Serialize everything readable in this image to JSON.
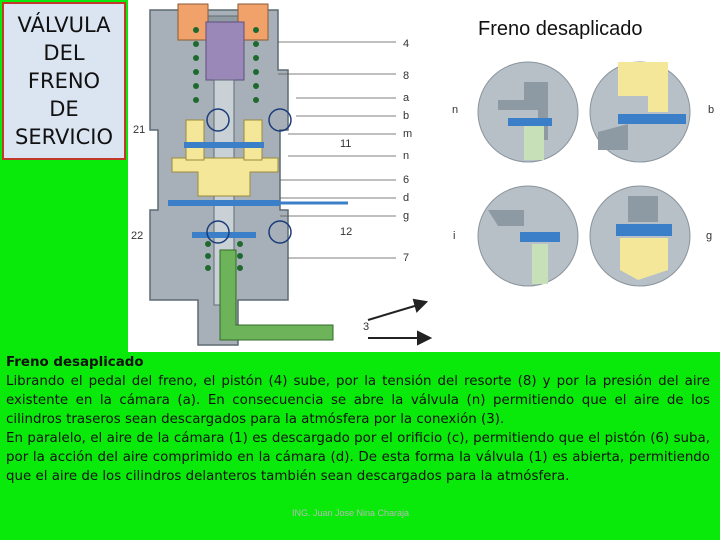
{
  "slide": {
    "title_lines": [
      "VÁLVULA",
      "DEL",
      "FRENO",
      "DE",
      "SERVICIO"
    ],
    "panel_heading": "Freno desaplicado",
    "watermark": "ING. Juan Jose Nina Charaja"
  },
  "diagram": {
    "left_labels": [
      "21",
      "22"
    ],
    "right_labels": [
      "4",
      "8",
      "a",
      "b",
      "m",
      "n",
      "6",
      "d",
      "g",
      "7"
    ],
    "inner_labels": [
      "11",
      "12",
      "3"
    ],
    "detail_labels": [
      "n",
      "b",
      "i",
      "g"
    ],
    "colors": {
      "housing": "#a7b0b8",
      "inlet_orange": "#f0a26a",
      "spring_purple": "#9a89b8",
      "piston_yellow": "#f4e79a",
      "valve_blue": "#3a7fc8",
      "exhaust_green": "#6cb35a",
      "spring_green": "#1e6a2e",
      "background_green": "#0aea0a"
    }
  },
  "body": {
    "subtitle": "Freno desaplicado",
    "paragraph1": "Librando el pedal del freno, el pistón (4) sube, por la tensión del resorte (8) y por la presión del aire existente en la cámara (a). En consecuencia se abre la válvula (n) permitiendo que el aire de los cilindros traseros sean descargados para la atmósfera por la conexión (3).",
    "paragraph2": "En paralelo, el aire de la cámara (1) es descargado por el orificio (c), permitiendo que el pistón (6) suba, por la acción del aire comprimido en la cámara (d). De esta forma la válvula (1) es abierta, permitiendo que el aire de los cilindros delanteros también sean descargados para la atmósfera."
  }
}
